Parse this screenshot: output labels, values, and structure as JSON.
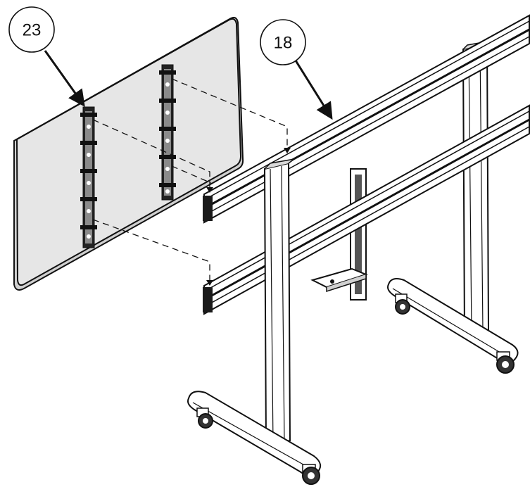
{
  "diagram": {
    "callouts": [
      {
        "id": "callout-23",
        "label": "23"
      },
      {
        "id": "callout-18",
        "label": "18"
      }
    ],
    "colors": {
      "line": "#111111",
      "panel_fill": "#e6e6e6",
      "frame_fill": "#ffffff",
      "dark_fill": "#1a1a1a",
      "background": "#ffffff"
    }
  }
}
